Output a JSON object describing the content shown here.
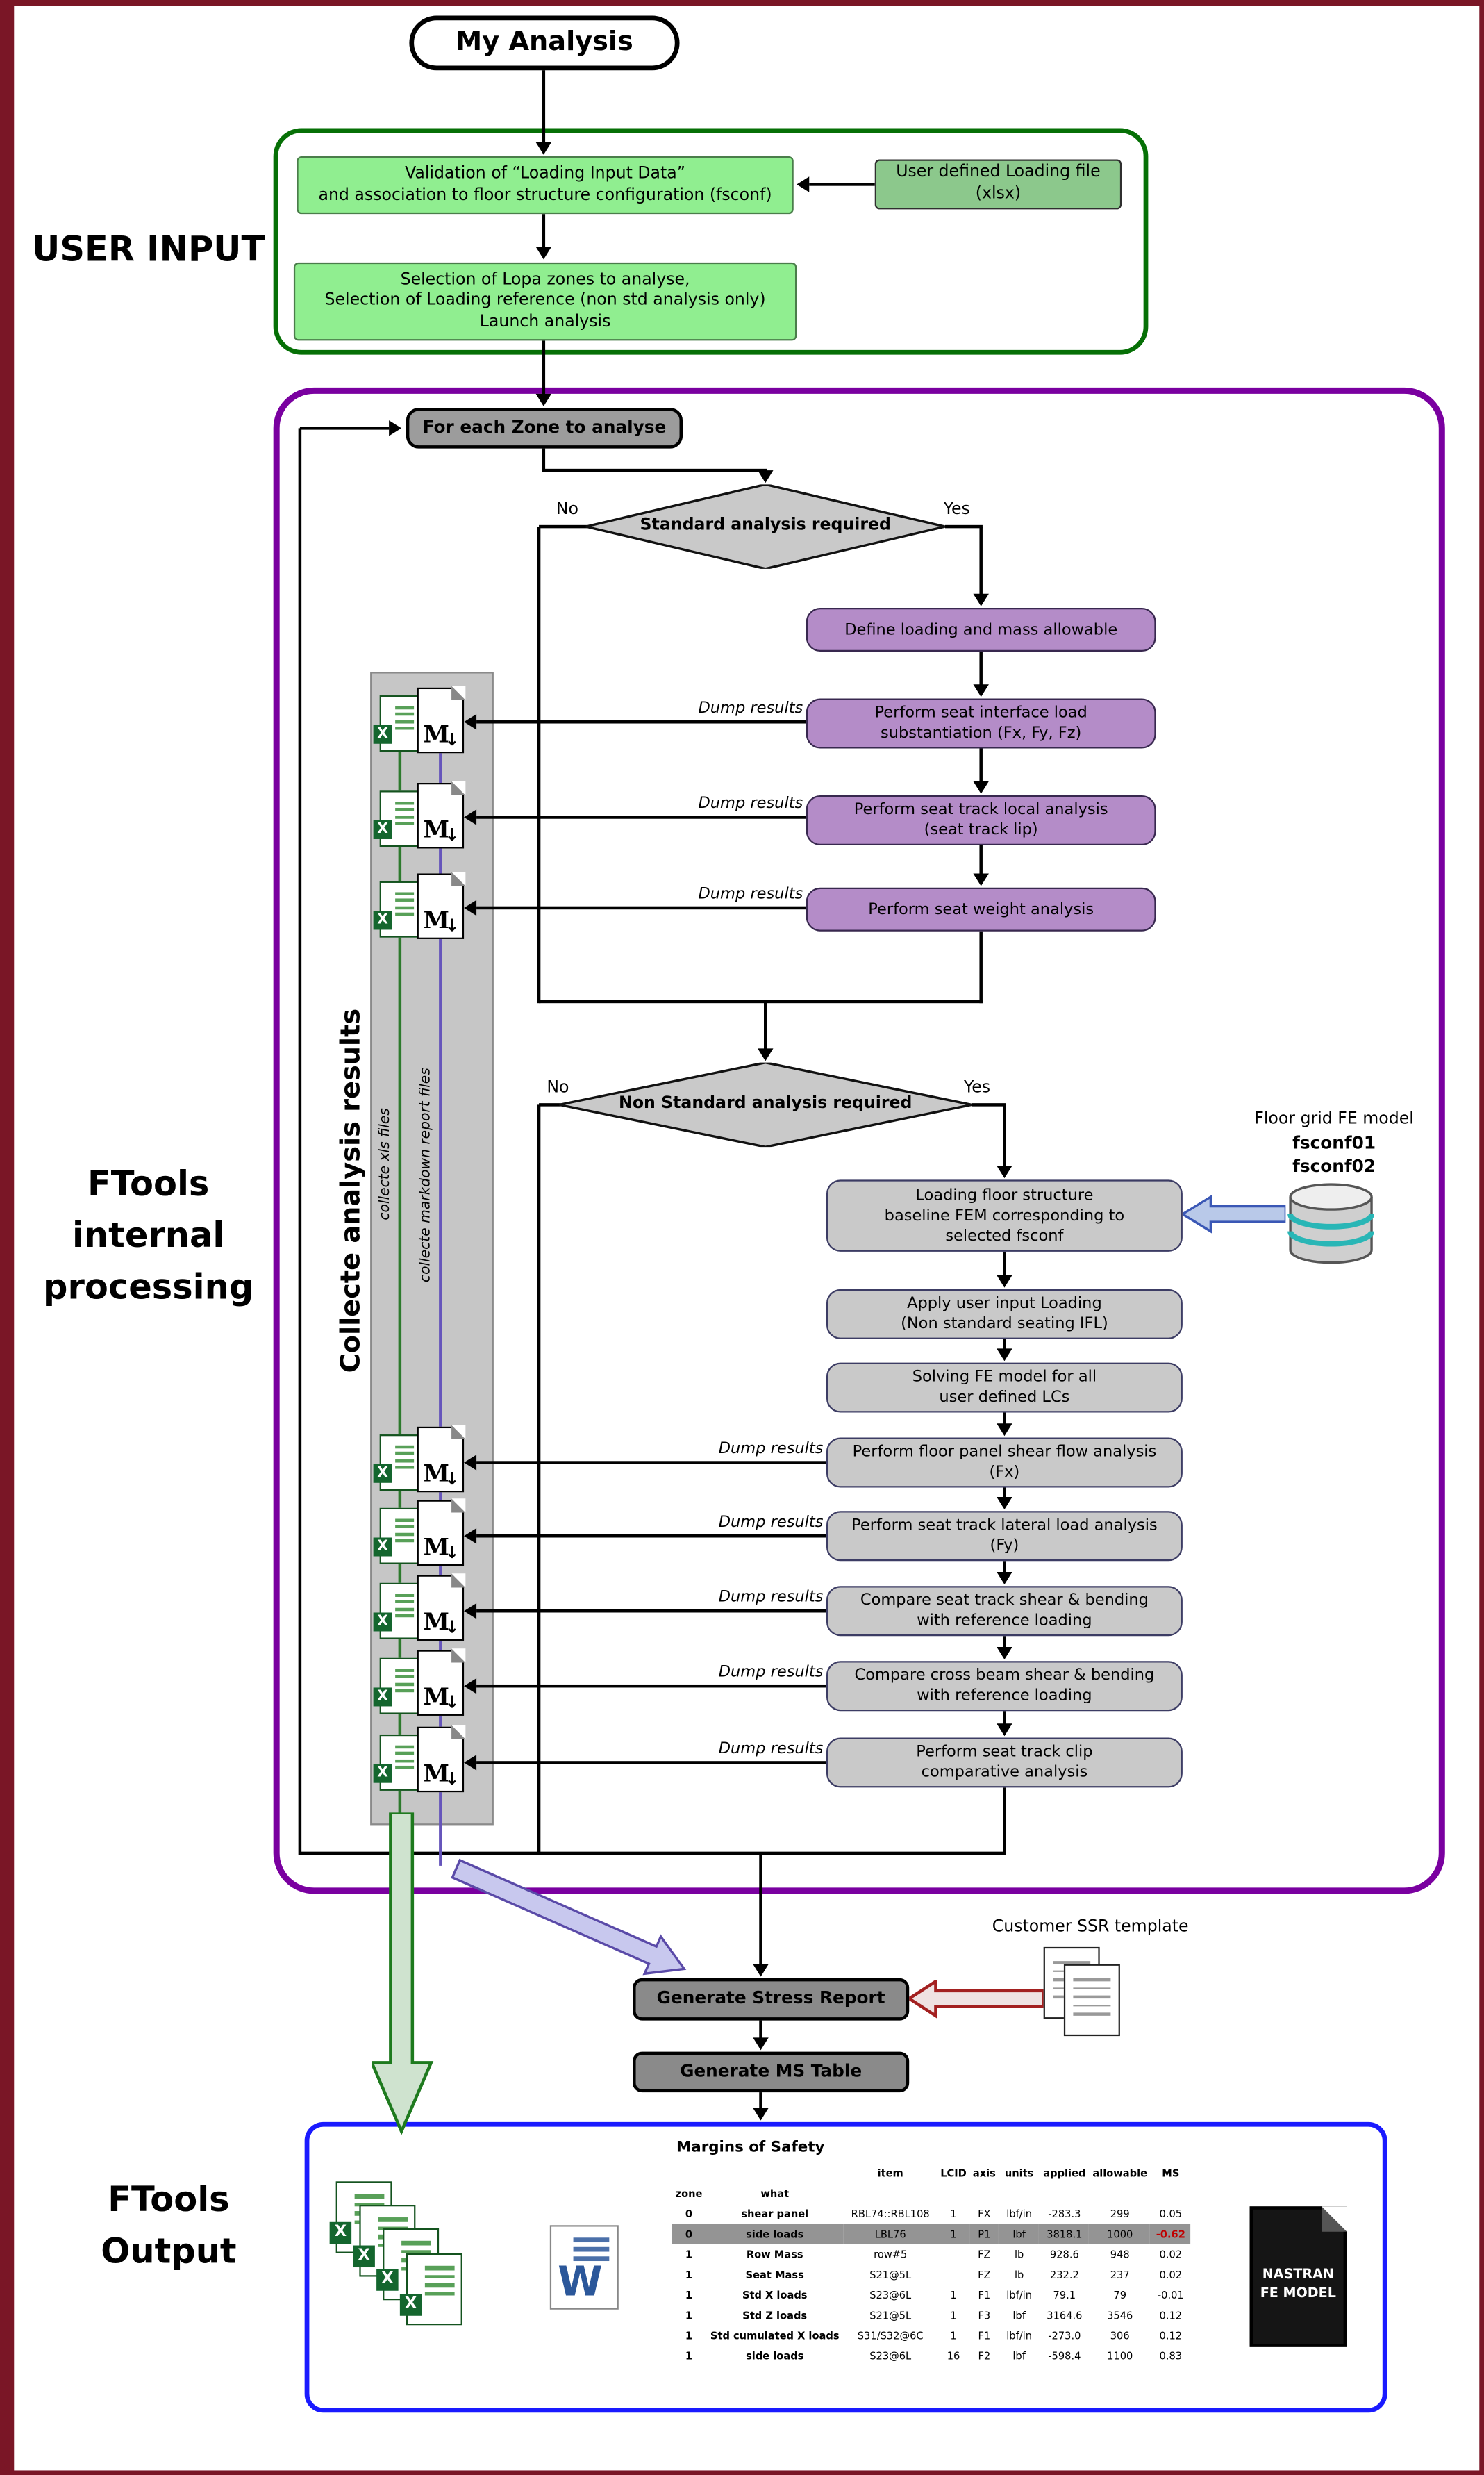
{
  "title": "My Analysis",
  "labels": {
    "user_input": "USER INPUT",
    "internal": "FTools\ninternal\nprocessing",
    "output": "FTools\nOutput"
  },
  "user_input": {
    "validation": "Validation of “Loading Input Data”\nand association to floor structure configuration (fsconf)",
    "loading_file": "User defined Loading file\n(xlsx)",
    "selection": "Selection of Lopa zones to analyse,\nSelection of Loading reference (non std analysis only)\nLaunch analysis"
  },
  "loop": {
    "for_each": "For each Zone to analyse"
  },
  "decisions": {
    "standard": {
      "label": "Standard analysis required",
      "no": "No",
      "yes": "Yes"
    },
    "non_standard": {
      "label": "Non Standard analysis required",
      "no": "No",
      "yes": "Yes"
    }
  },
  "standard_steps": [
    "Define loading and mass allowable",
    "Perform seat interface load\nsubstantiation (Fx, Fy, Fz)",
    "Perform seat track local analysis\n(seat track lip)",
    "Perform seat weight analysis"
  ],
  "non_standard_steps": [
    "Loading floor structure\nbaseline FEM corresponding to\nselected fsconf",
    "Apply user input Loading\n(Non standard seating IFL)",
    "Solving FE model for all\nuser defined LCs",
    "Perform floor panel shear flow analysis\n(Fx)",
    "Perform seat track lateral load analysis\n(Fy)",
    "Compare seat track shear & bending\nwith reference loading",
    "Compare cross beam shear & bending\nwith reference loading",
    "Perform seat track clip\ncomparative analysis"
  ],
  "dump_label": "Dump results",
  "collect": {
    "title": "Collecte analysis results",
    "xls": "collecte xls files",
    "md": "collecte markdown report files"
  },
  "fe_model": {
    "caption": "Floor grid FE model",
    "conf1": "fsconf01",
    "conf2": "fsconf02"
  },
  "actions": {
    "stress_report": "Generate Stress Report",
    "ms_table": "Generate MS Table",
    "ssr_template": "Customer SSR template"
  },
  "icons": {
    "excel": "X",
    "markdown": "M",
    "markdown_arrow": "↓",
    "word": "W",
    "nastran_label": "NASTRAN\nFE MODEL"
  },
  "output_table": {
    "title": "Margins of Safety",
    "col_headers": [
      "item",
      "LCID",
      "axis",
      "units",
      "applied",
      "allowable",
      "MS"
    ],
    "row_headers": [
      "zone",
      "what"
    ],
    "rows": [
      {
        "zone": "0",
        "what": "shear panel",
        "item": "RBL74::RBL108",
        "lcid": "1",
        "axis": "FX",
        "units": "lbf/in",
        "applied": "-283.3",
        "allowable": "299",
        "ms": "0.05",
        "highlight": false
      },
      {
        "zone": "0",
        "what": "side loads",
        "item": "LBL76",
        "lcid": "1",
        "axis": "P1",
        "units": "lbf",
        "applied": "3818.1",
        "allowable": "1000",
        "ms": "-0.62",
        "highlight": true
      },
      {
        "zone": "1",
        "what": "Row Mass",
        "item": "row#5",
        "lcid": "",
        "axis": "FZ",
        "units": "lb",
        "applied": "928.6",
        "allowable": "948",
        "ms": "0.02",
        "highlight": false
      },
      {
        "zone": "1",
        "what": "Seat Mass",
        "item": "S21@5L",
        "lcid": "",
        "axis": "FZ",
        "units": "lb",
        "applied": "232.2",
        "allowable": "237",
        "ms": "0.02",
        "highlight": false
      },
      {
        "zone": "1",
        "what": "Std X loads",
        "item": "S23@6L",
        "lcid": "1",
        "axis": "F1",
        "units": "lbf/in",
        "applied": "79.1",
        "allowable": "79",
        "ms": "-0.01",
        "highlight": false
      },
      {
        "zone": "1",
        "what": "Std Z loads",
        "item": "S21@5L",
        "lcid": "1",
        "axis": "F3",
        "units": "lbf",
        "applied": "3164.6",
        "allowable": "3546",
        "ms": "0.12",
        "highlight": false
      },
      {
        "zone": "1",
        "what": "Std cumulated X loads",
        "item": "S31/S32@6C",
        "lcid": "1",
        "axis": "F1",
        "units": "lbf/in",
        "applied": "-273.0",
        "allowable": "306",
        "ms": "0.12",
        "highlight": false
      },
      {
        "zone": "1",
        "what": "side loads",
        "item": "S23@6L",
        "lcid": "16",
        "axis": "F2",
        "units": "lbf",
        "applied": "-598.4",
        "allowable": "1100",
        "ms": "0.83",
        "highlight": false
      }
    ]
  },
  "colors": {
    "frame": "#7a1626",
    "user_input_border": "#067006",
    "input_box_fill": "#90ee90",
    "loading_file_fill": "#8cc88c",
    "internal_border": "#7a00a0",
    "purple_step_fill": "#b48cc8",
    "gray_step_fill": "#c9c9c9",
    "output_border": "#1a1aff",
    "highlight_row": "#949494",
    "negative_ms": "#c00000",
    "xls_line": "#2d7a2d",
    "md_line": "#6655bb"
  }
}
